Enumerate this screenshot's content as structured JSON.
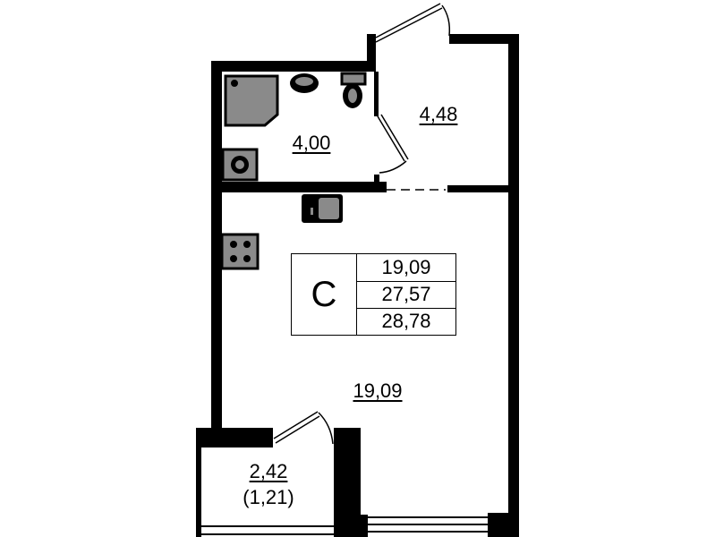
{
  "plan": {
    "unit_type": "C",
    "summary_areas": [
      "19,09",
      "27,57",
      "28,78"
    ],
    "rooms": {
      "bathroom": "4,00",
      "hallway": "4,48",
      "living_room": "19,09",
      "balcony_area": "2,42",
      "balcony_reduced": "(1,21)"
    },
    "colors": {
      "wall": "#000000",
      "fixture": "#8a8a8a"
    }
  }
}
